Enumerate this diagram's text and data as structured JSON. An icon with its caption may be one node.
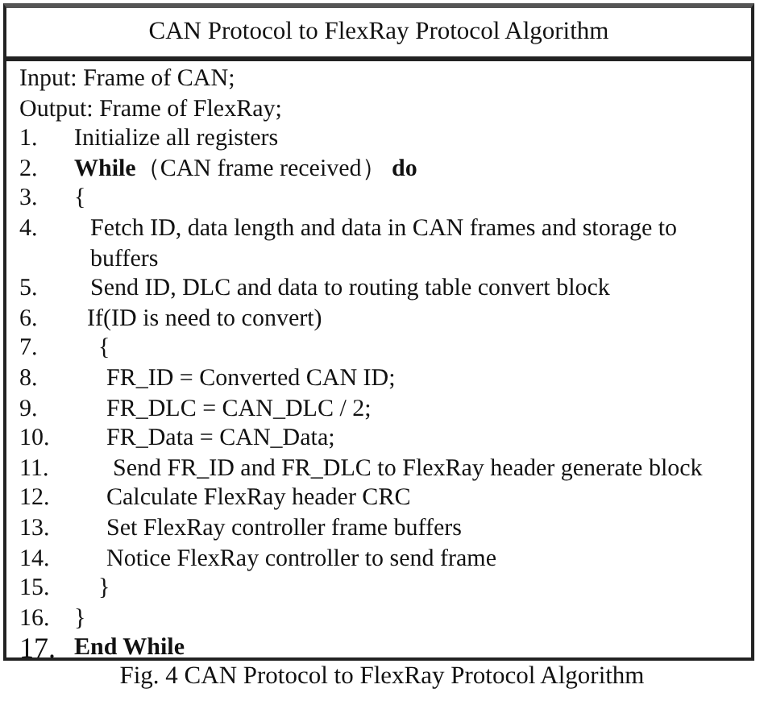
{
  "diagram": {
    "title": "CAN Protocol to FlexRay Protocol Algorithm",
    "caption": "Fig. 4 CAN Protocol to FlexRay Protocol Algorithm",
    "labels": [
      "Input: Frame of CAN;",
      "Output: Frame of FlexRay;",
      "1.",
      "Initialize all registers",
      "2.",
      "**While**（CAN frame received） **do**",
      "3.",
      "{",
      "4.",
      "Fetch ID, data length and data in CAN frames and storage to buffers",
      "5.",
      "Send ID, DLC and data to routing table convert block",
      "6.",
      "If(ID is need to convert)",
      "7.",
      "{",
      "8.",
      "FR_ID = Converted CAN ID;",
      "9.",
      "FR_DLC = CAN_DLC / 2;",
      "10.",
      "FR_Data = CAN_Data;",
      "11.",
      "Send FR_ID and FR_DLC to FlexRay header generate block",
      "12.",
      "Calculate FlexRay header CRC",
      "13.",
      "Set FlexRay controller frame buffers",
      "14.",
      "Notice FlexRay controller to send frame",
      "15.",
      "}",
      "16.",
      "}",
      "17.",
      "End While"
    ]
  }
}
